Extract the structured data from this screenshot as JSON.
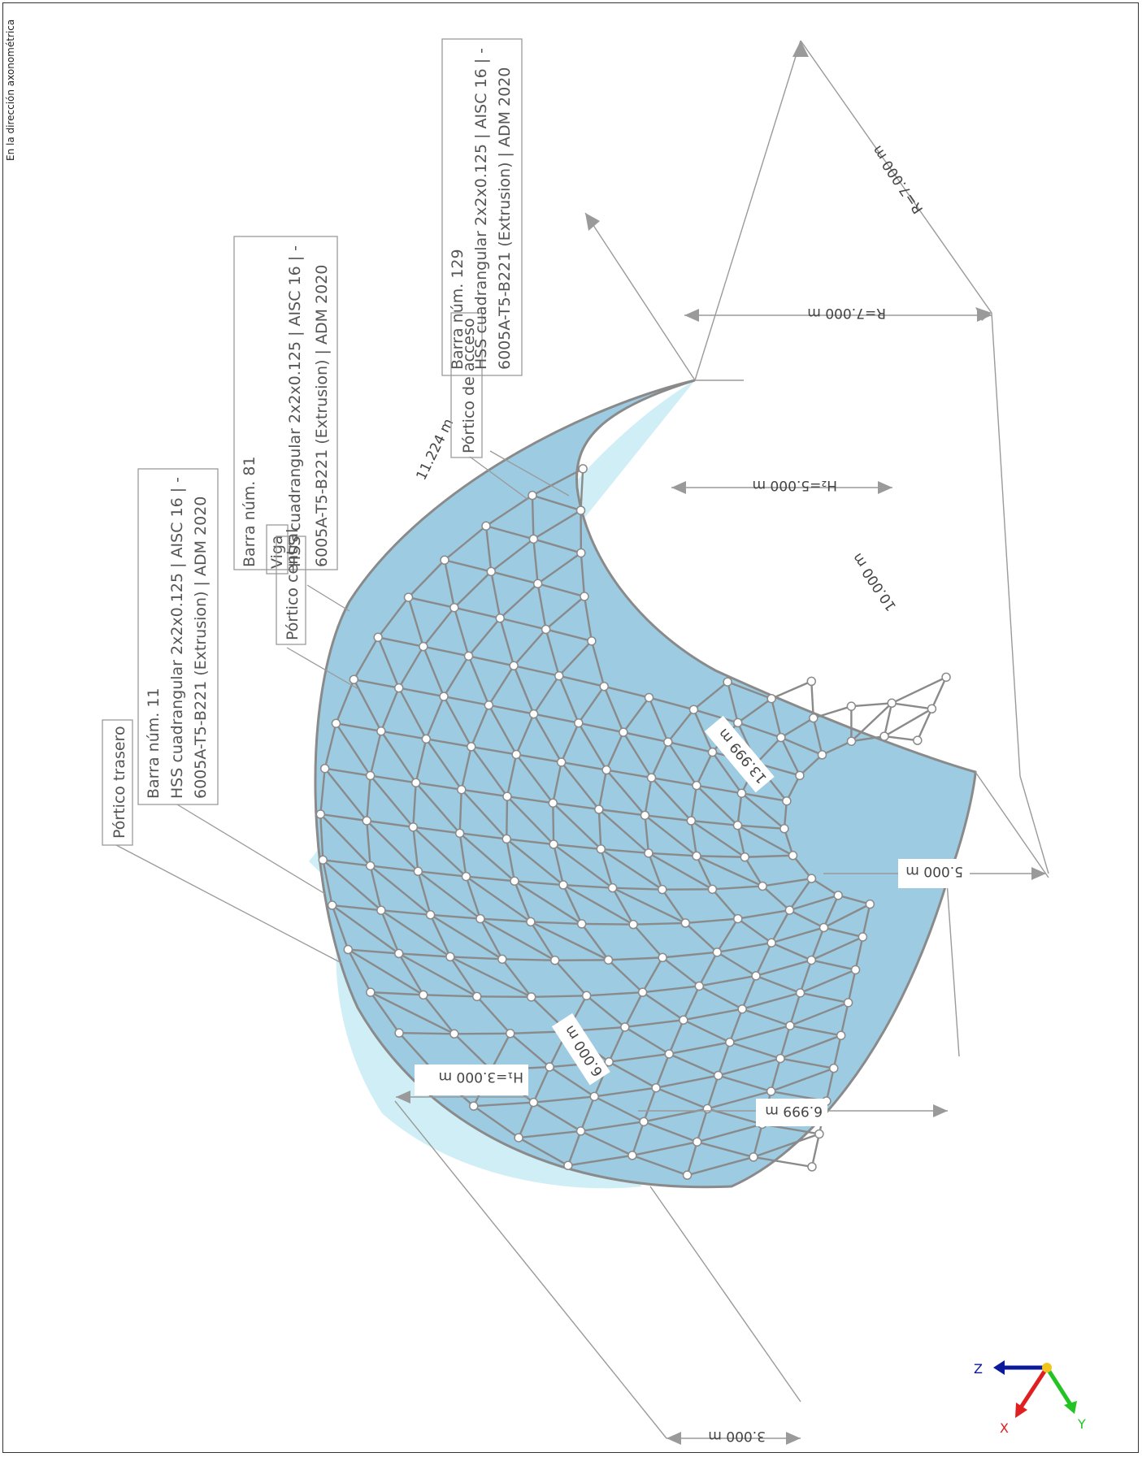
{
  "page_title": "En la dirección axonométrica",
  "colors": {
    "panel_fill": "#9ccbe2",
    "panel_fill_light": "#cfeef6",
    "member_stroke": "#8a8a8a",
    "node_fill": "#ffffff",
    "dimension_line": "#9a9a9a",
    "axis_x": "#e02020",
    "axis_y": "#22c322",
    "axis_z": "#0a1a9a",
    "axis_origin": "#f2c51b"
  },
  "dimensions": {
    "r_top": "R=7.000 m",
    "r_right": "R=7.000 m",
    "h2": "H₂=5.000 m",
    "h1": "H₁=3.000 m",
    "ten": "10.000 m",
    "arc": "13.999 m",
    "five": "5.000 m",
    "six": "6.000 m",
    "six_999": "6.999 m",
    "three": "3.000 m",
    "eleven": "11.224 m"
  },
  "callouts": {
    "portico_trasero": "Pórtico trasero",
    "bar11": {
      "line1": "Barra núm. 11",
      "line2": "HSS cuadrangular 2x2x0.125 | AISC 16 | -",
      "line3": "6005A-T5-B221 (Extrusion) | ADM 2020"
    },
    "bar81": {
      "line1": "Barra núm. 81",
      "line2": "HSS cuadrangular 2x2x0.125 | AISC 16 | -",
      "line3": "6005A-T5-B221 (Extrusion) | ADM 2020"
    },
    "viga": "Viga",
    "portico_central": "Pórtico central",
    "portico_acceso": "Pórtico de acceso",
    "bar129": {
      "line1": "Barra núm. 129",
      "line2": "HSS cuadrangular 2x2x0.125 | AISC 16 | -",
      "line3": "6005A-T5-B221 (Extrusion) | ADM 2020"
    }
  },
  "axes": {
    "x_label": "X",
    "y_label": "Y",
    "z_label": "Z"
  }
}
